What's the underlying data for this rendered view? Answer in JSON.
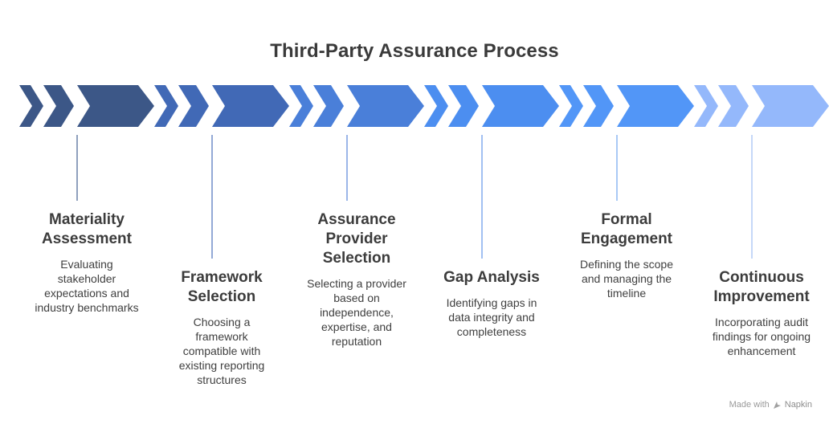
{
  "title": "Third-Party Assurance Process",
  "stages": [
    {
      "title_lines": [
        "Materiality",
        "Assessment"
      ],
      "desc_lines": [
        "Evaluating",
        "stakeholder",
        "expectations and",
        "industry benchmarks"
      ],
      "color": "#3c5787",
      "line_color": "#8fa0bd"
    },
    {
      "title_lines": [
        "Framework",
        "Selection"
      ],
      "desc_lines": [
        "Choosing a",
        "framework",
        "compatible with",
        "existing reporting",
        "structures"
      ],
      "color": "#4169b6",
      "line_color": "#93a9d6"
    },
    {
      "title_lines": [
        "Assurance",
        "Provider",
        "Selection"
      ],
      "desc_lines": [
        "Selecting a provider",
        "based on",
        "independence,",
        "expertise, and",
        "reputation"
      ],
      "color": "#4a7fd9",
      "line_color": "#9bb6e8"
    },
    {
      "title_lines": [
        "Gap Analysis"
      ],
      "desc_lines": [
        "Identifying gaps in",
        "data integrity and",
        "completeness"
      ],
      "color": "#4c8ef0",
      "line_color": "#a2c0f2"
    },
    {
      "title_lines": [
        "Formal",
        "Engagement"
      ],
      "desc_lines": [
        "Defining the scope",
        "and managing the",
        "timeline"
      ],
      "color": "#5296f7",
      "line_color": "#a9c9f5"
    },
    {
      "title_lines": [
        "Continuous",
        "Improvement"
      ],
      "desc_lines": [
        "Incorporating audit",
        "findings for ongoing",
        "enhancement"
      ],
      "color": "#94b8fb",
      "line_color": "#c5d8f8"
    }
  ],
  "footer": {
    "made_with": "Made with",
    "brand": "Napkin",
    "color": "#9a9a9a"
  }
}
